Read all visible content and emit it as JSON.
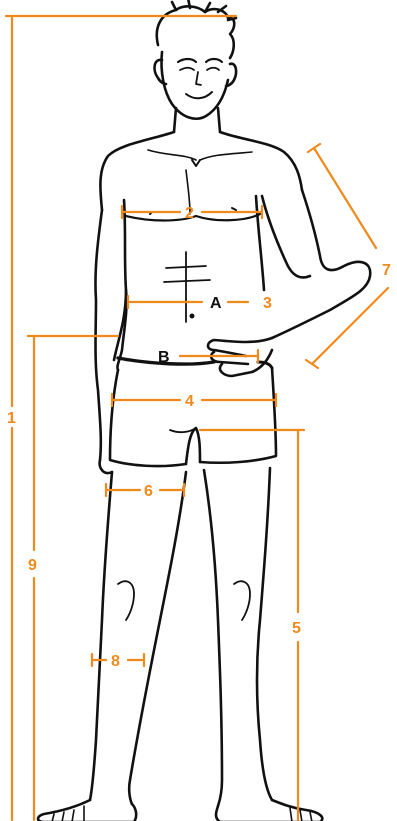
{
  "colors": {
    "accent": "#f08a1c",
    "ink": "#111111",
    "background": "#ffffff"
  },
  "labels": {
    "m1": "1",
    "m2": "2",
    "m3": "3",
    "m4": "4",
    "m5": "5",
    "m6": "6",
    "m7": "7",
    "m8": "8",
    "m9": "9",
    "a": "A",
    "b": "B"
  }
}
